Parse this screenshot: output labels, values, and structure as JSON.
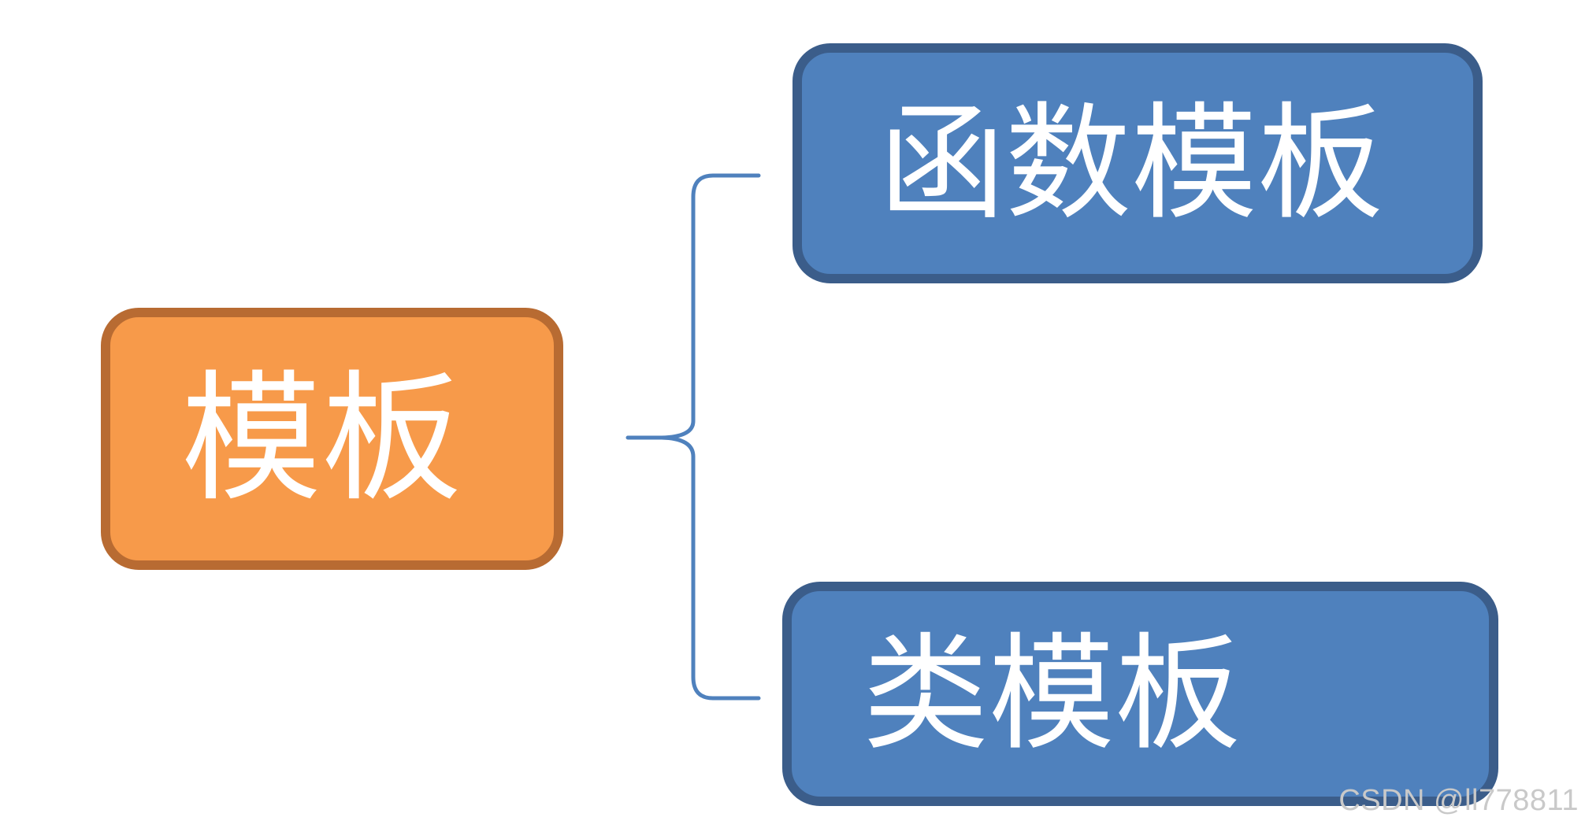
{
  "diagram": {
    "root": {
      "label": "模板"
    },
    "children": [
      {
        "label": "函数模板"
      },
      {
        "label": "类模板"
      }
    ],
    "colors": {
      "root_fill": "#f79a4a",
      "root_border": "#b86b32",
      "child_fill": "#4f81bd",
      "child_border": "#3b5d8a",
      "connector": "#4f81bd"
    }
  },
  "watermark": {
    "text": "CSDN @ll778811"
  }
}
